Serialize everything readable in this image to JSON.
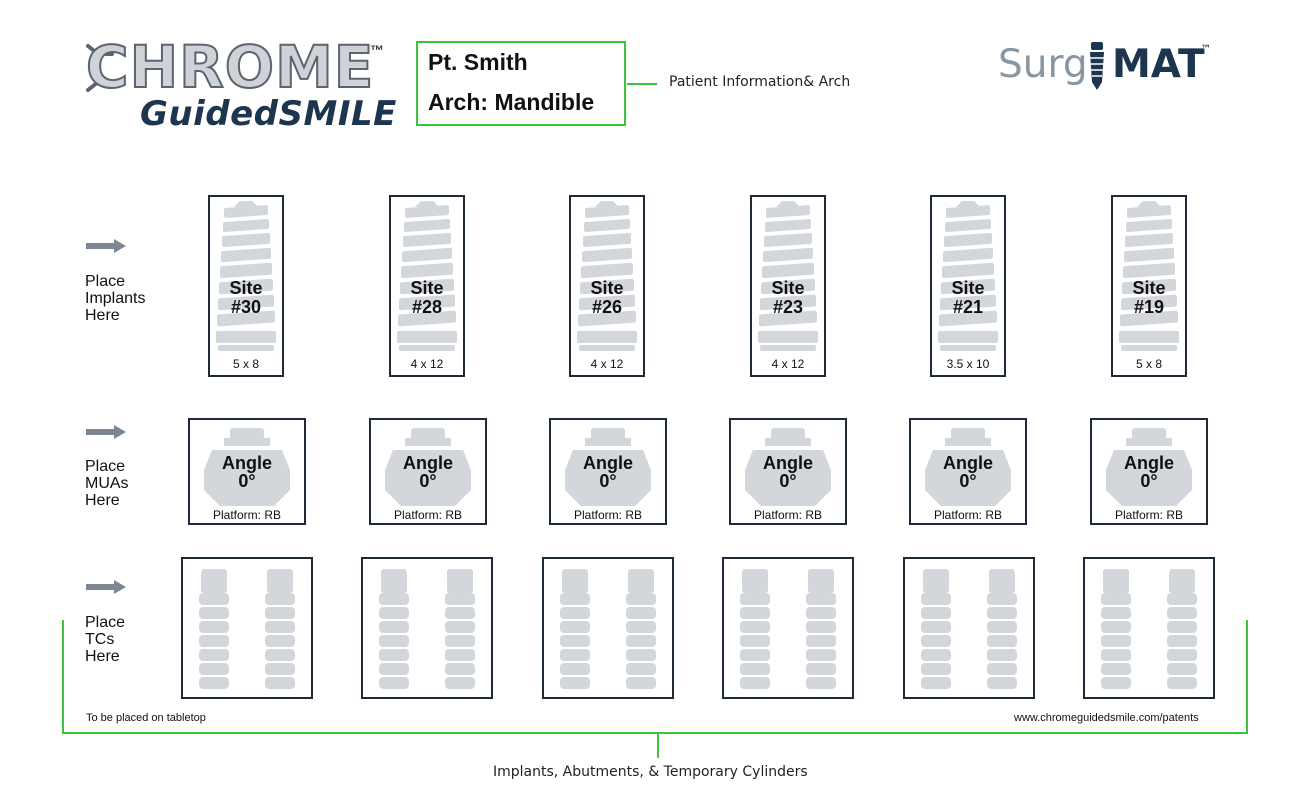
{
  "branding": {
    "chrome_word": "CHROME",
    "chrome_tm": "™",
    "guided_word": "GuidedSMILE",
    "surgimat_part1": "Surg",
    "surgimat_part2": "MAT",
    "surgimat_tm": "™"
  },
  "patient": {
    "name_line": "Pt. Smith",
    "arch_line": "Arch: Mandible",
    "callout": "Patient Information& Arch"
  },
  "rows": {
    "implants_label": [
      "Place",
      "Implants",
      "Here"
    ],
    "muas_label": [
      "Place",
      "MUAs",
      "Here"
    ],
    "tcs_label": [
      "Place",
      "TCs",
      "Here"
    ]
  },
  "implants": [
    {
      "site": "Site",
      "number": "#30",
      "size": "5 x 8"
    },
    {
      "site": "Site",
      "number": "#28",
      "size": "4 x 12"
    },
    {
      "site": "Site",
      "number": "#26",
      "size": "4 x 12"
    },
    {
      "site": "Site",
      "number": "#23",
      "size": "4 x 12"
    },
    {
      "site": "Site",
      "number": "#21",
      "size": "3.5 x 10"
    },
    {
      "site": "Site",
      "number": "#19",
      "size": "5 x 8"
    }
  ],
  "muas": [
    {
      "angle": "Angle",
      "degree": "0°",
      "platform": "Platform: RB"
    },
    {
      "angle": "Angle",
      "degree": "0°",
      "platform": "Platform: RB"
    },
    {
      "angle": "Angle",
      "degree": "0°",
      "platform": "Platform: RB"
    },
    {
      "angle": "Angle",
      "degree": "0°",
      "platform": "Platform: RB"
    },
    {
      "angle": "Angle",
      "degree": "0°",
      "platform": "Platform: RB"
    },
    {
      "angle": "Angle",
      "degree": "0°",
      "platform": "Platform: RB"
    }
  ],
  "footer": {
    "left": "To be placed on tabletop",
    "right": "www.chromeguidedsmile.com/patents"
  },
  "bracket_label": "Implants, Abutments, & Temporary Cylinders",
  "colors": {
    "callout_green": "#3cc43c",
    "navy": "#1e3550",
    "slot_border": "#1e2a38",
    "component_gray": "#d3d6da",
    "arrow_gray": "#7d8793"
  }
}
